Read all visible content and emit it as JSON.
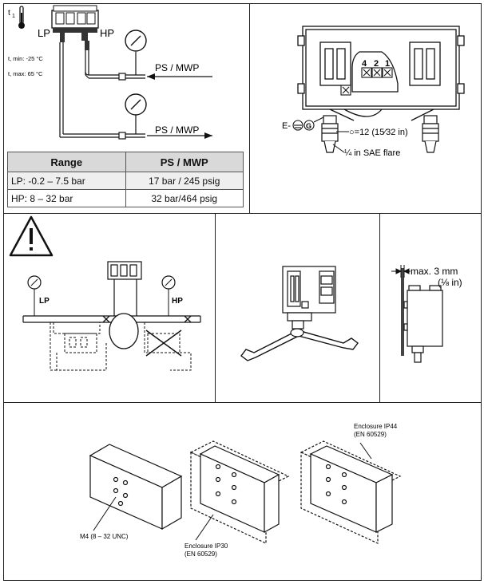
{
  "top_left": {
    "t1_label": "t",
    "t1_sub": "1",
    "lp_label": "LP",
    "hp_label": "HP",
    "tmin": "t, min: -25 °C",
    "tmax": "t, max: 65 °C",
    "ps_mwp_1": "PS / MWP",
    "ps_mwp_2": "PS / MWP"
  },
  "range_table": {
    "headers": [
      "Range",
      "PS / MWP"
    ],
    "rows": [
      [
        "LP: -0.2 – 7.5 bar",
        "17 bar / 245 psig"
      ],
      [
        "HP: 8 – 32 bar",
        "32 bar/464 psig"
      ]
    ]
  },
  "top_right": {
    "terminal_labels": [
      "4",
      "2",
      "1"
    ],
    "earth_label": "E-",
    "ground_letter": "G",
    "size_note": "○=12  (15⁄32 in)",
    "flare_note": "¼ in SAE flare"
  },
  "middle_left": {
    "lp_label": "LP",
    "hp_label": "HP"
  },
  "middle_right": {
    "max_label": "max. 3 mm",
    "inch_label": "(⅛ in)"
  },
  "bottom": {
    "ip44_label": "Enclosure IP44",
    "ip44_std": "(EN 60529)",
    "m4_label": "M4 (8 – 32 UNC)",
    "ip30_label": "Enclosure IP30",
    "ip30_std": "(EN 60529)"
  }
}
